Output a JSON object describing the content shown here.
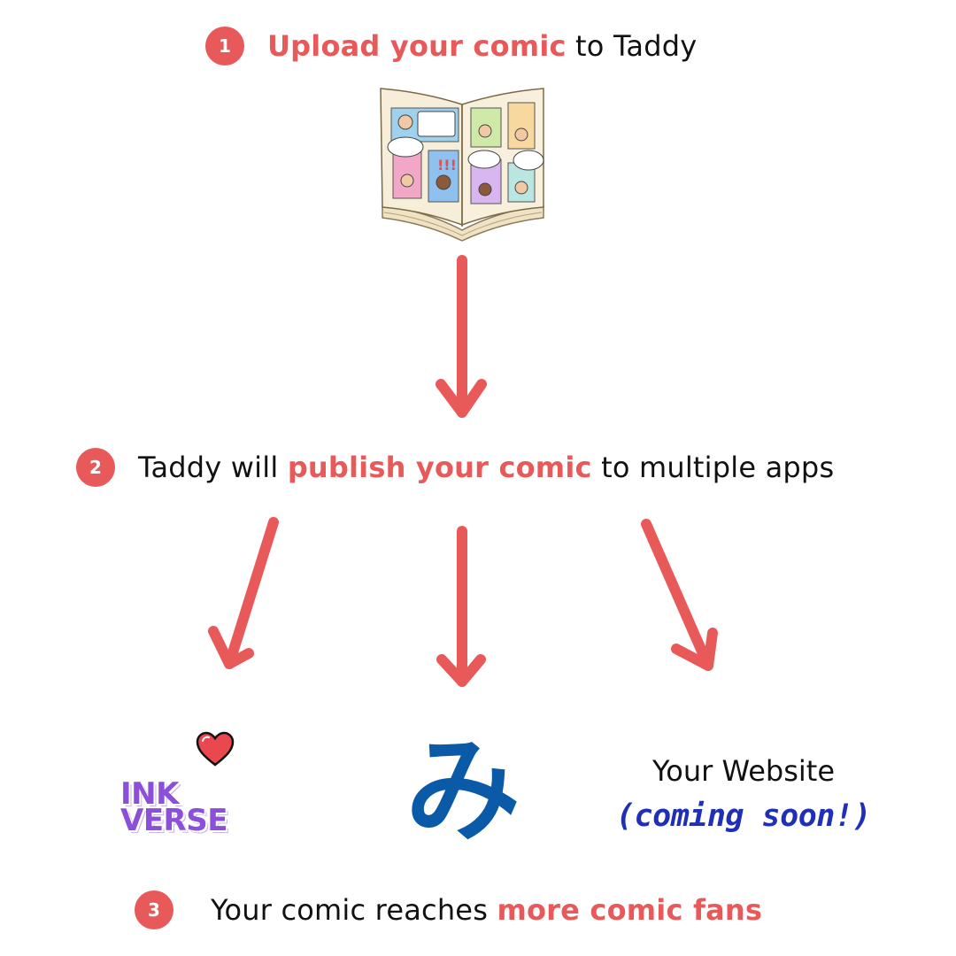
{
  "accent_color": "#e85a5a",
  "ink_color": "#111111",
  "step1": {
    "number": "1",
    "highlight": "Upload your comic",
    "rest": " to Taddy"
  },
  "step2": {
    "number": "2",
    "lead": "Taddy will ",
    "highlight": "publish your comic",
    "rest": " to multiple apps"
  },
  "step3": {
    "number": "3",
    "lead": "Your comic reaches ",
    "highlight": "more comic fans"
  },
  "apps": {
    "inkverse": {
      "line1": "INK",
      "line2": "VERSE",
      "color": "#8b4fd8",
      "icon": "heart-icon"
    },
    "mi_app": {
      "glyph": "み",
      "color": "#0b5aa8"
    },
    "website": {
      "name": "Your Website",
      "note": "(coming soon!)",
      "note_color": "#1f2fb8"
    }
  }
}
